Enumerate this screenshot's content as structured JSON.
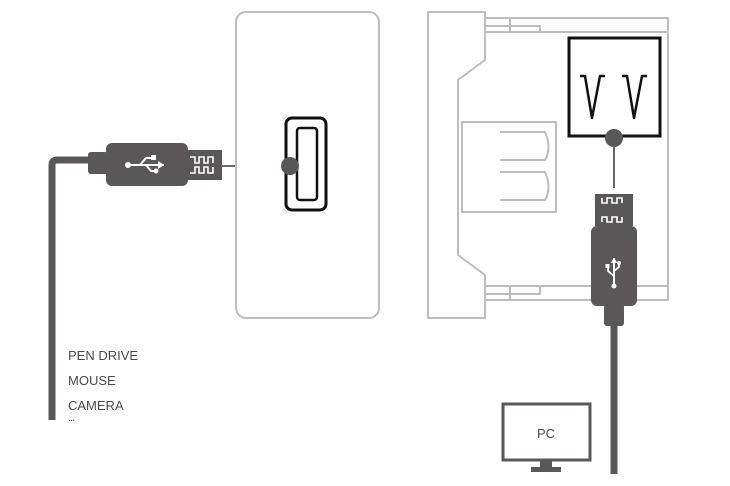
{
  "device_list": {
    "items": [
      "PEN DRIVE",
      "MOUSE",
      "CAMERA"
    ],
    "ellipsis": "..."
  },
  "pc_label": "PC",
  "icons": [
    "usb-symbol-icon",
    "usb-a-plug-icon",
    "usb-a-socket-icon",
    "micro-usb-plug-icon",
    "monitor-icon"
  ],
  "colors": {
    "cable": "#5b5657",
    "outline": "#bdbdbd",
    "stroke": "#111111",
    "text": "#4a4a4a"
  }
}
